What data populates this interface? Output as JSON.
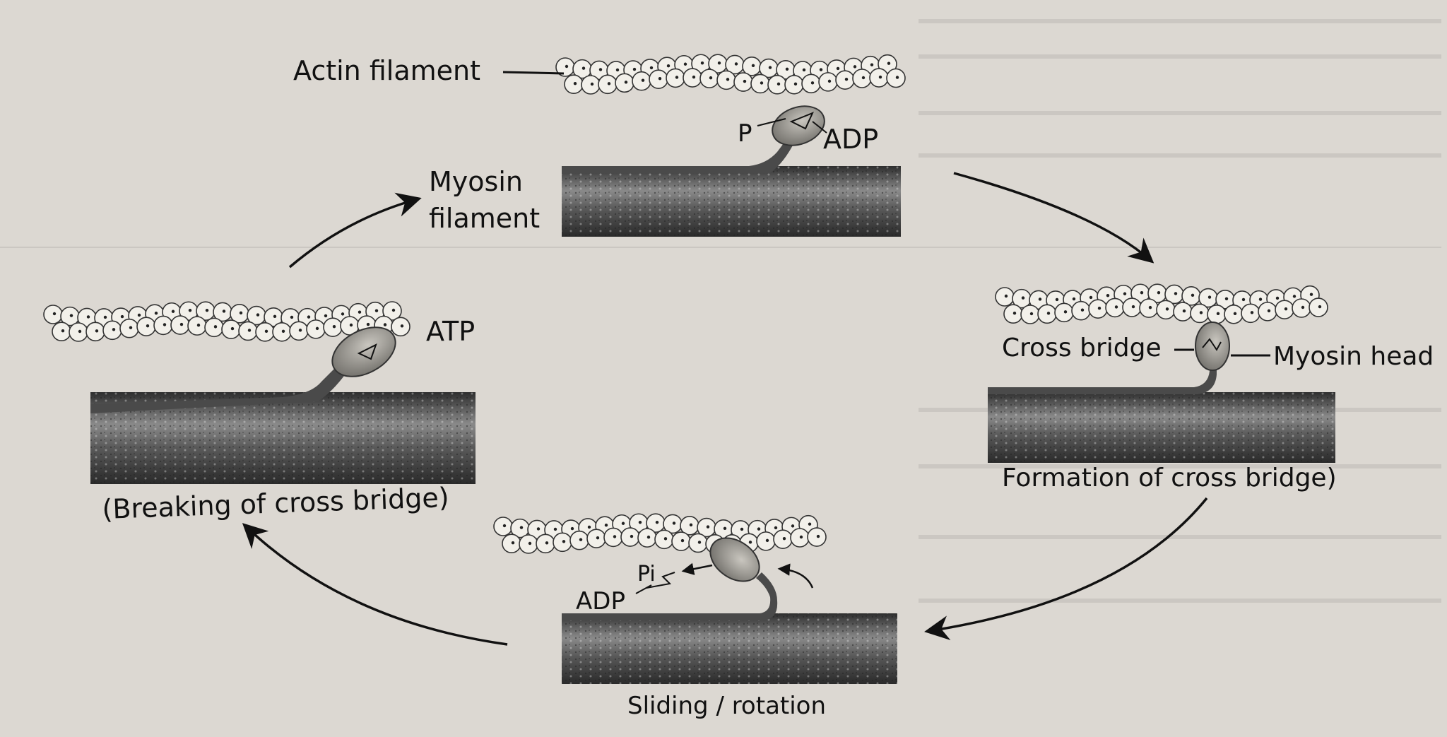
{
  "labels": {
    "actin_filament": "Actin filament",
    "myosin_filament_line1": "Myosin",
    "myosin_filament_line2": "filament",
    "p_top": "P",
    "adp_top": "ADP",
    "atp": "ATP",
    "cross_bridge": "Cross bridge",
    "myosin_head": "Myosin head",
    "formation_caption": "Formation of cross bridge)",
    "breaking_caption": "(Breaking of cross bridge)",
    "sliding_caption": "Sliding / rotation",
    "pi_bottom": "Pi",
    "adp_bottom": "ADP"
  },
  "cycle_order": [
    "top",
    "right",
    "bottom",
    "left"
  ],
  "colors": {
    "page": "#dcd8d2",
    "ink": "#111111",
    "myosin_dark": "#3a3a3a",
    "myosin_mid": "#7a7a7a",
    "bead_fill": "#f2f0ea"
  }
}
